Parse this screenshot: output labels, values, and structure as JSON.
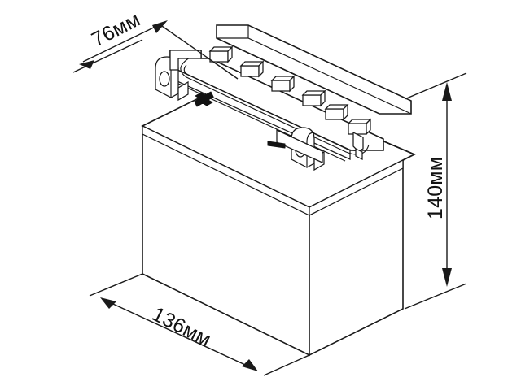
{
  "drawing": {
    "title": "Battery dimensional line drawing",
    "subject": "motorcycle-battery",
    "projection": "isometric",
    "unit": "мм",
    "line_color": "#1a1a1a",
    "background_color": "#ffffff"
  },
  "dimensions": {
    "depth": {
      "label": "76мм",
      "value": 76,
      "unit": "мм",
      "axis": "depth",
      "orientation": "diagonal-up-right",
      "text_rotation_deg": -27
    },
    "height": {
      "label": "140мм",
      "value": 140,
      "unit": "мм",
      "axis": "height",
      "orientation": "vertical",
      "text_rotation_deg": -90
    },
    "width": {
      "label": "136мм",
      "value": 136,
      "unit": "мм",
      "axis": "width",
      "orientation": "diagonal-down-right",
      "text_rotation_deg": 27
    }
  },
  "battery": {
    "cell_caps_count": 6,
    "terminals": [
      {
        "name": "positive-terminal",
        "polarity_marker": "+"
      },
      {
        "name": "negative-terminal",
        "polarity_marker": "-"
      }
    ],
    "features": [
      "vent-cover-strip",
      "cell-cap-row",
      "terminal-lug-left",
      "terminal-lug-right",
      "vent-nipple",
      "case-lip"
    ]
  }
}
